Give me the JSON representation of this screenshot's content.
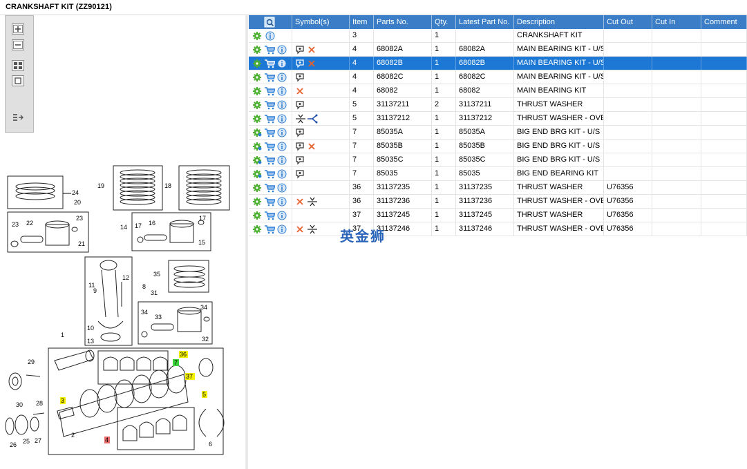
{
  "title": "CRANKSHAFT KIT (ZZ90121)",
  "toolbar": {
    "buttons": [
      "zoom-in",
      "zoom-out",
      "fit-page",
      "actual-size",
      "export"
    ]
  },
  "diagram": {
    "callouts": [
      "24",
      "19",
      "18",
      "20",
      "23",
      "22",
      "21",
      "23",
      "14",
      "17",
      "16",
      "17",
      "15",
      "35",
      "11",
      "12",
      "9",
      "8",
      "31",
      "34",
      "33",
      "34",
      "32",
      "10",
      "13",
      "1",
      "29",
      "36",
      "7",
      "37",
      "30",
      "28",
      "3",
      "5",
      "2",
      "27",
      "25",
      "26",
      "4",
      "6"
    ],
    "highlights": [
      {
        "label": "36",
        "color": "#f4f000"
      },
      {
        "label": "7",
        "color": "#39d339"
      },
      {
        "label": "37",
        "color": "#f4f000"
      },
      {
        "label": "5",
        "color": "#f4f000"
      },
      {
        "label": "3",
        "color": "#f4f000"
      },
      {
        "label": "4",
        "color": "#e86a6a"
      }
    ]
  },
  "grid": {
    "columns": [
      "",
      "Symbol(s)",
      "Item",
      "Parts No.",
      "Qty.",
      "Latest Part No.",
      "Description",
      "Cut Out",
      "Cut In",
      "Comment"
    ],
    "selected_row": 2,
    "rows": [
      {
        "icons": [
          "gear",
          "info"
        ],
        "symbols": [],
        "item": "3",
        "part": "",
        "qty": "1",
        "latest": "",
        "desc": "CRANKSHAFT KIT",
        "cutout": "",
        "cutin": "",
        "comment": ""
      },
      {
        "icons": [
          "gear",
          "cart",
          "info"
        ],
        "symbols": [
          "note",
          "cross"
        ],
        "item": "4",
        "part": "68082A",
        "qty": "1",
        "latest": "68082A",
        "desc": "MAIN BEARING KIT - U/S",
        "cutout": "",
        "cutin": "",
        "comment": ""
      },
      {
        "icons": [
          "gear",
          "cart",
          "info"
        ],
        "symbols": [
          "note",
          "cross"
        ],
        "item": "4",
        "part": "68082B",
        "qty": "1",
        "latest": "68082B",
        "desc": "MAIN BEARING KIT - U/S",
        "cutout": "",
        "cutin": "",
        "comment": ""
      },
      {
        "icons": [
          "gear",
          "cart",
          "info"
        ],
        "symbols": [
          "note"
        ],
        "item": "4",
        "part": "68082C",
        "qty": "1",
        "latest": "68082C",
        "desc": "MAIN BEARING KIT - U/S",
        "cutout": "",
        "cutin": "",
        "comment": ""
      },
      {
        "icons": [
          "gear",
          "cart",
          "info"
        ],
        "symbols": [
          "cross"
        ],
        "item": "4",
        "part": "68082",
        "qty": "1",
        "latest": "68082",
        "desc": "MAIN BEARING KIT",
        "cutout": "",
        "cutin": "",
        "comment": ""
      },
      {
        "icons": [
          "gear",
          "cart",
          "info"
        ],
        "symbols": [
          "note"
        ],
        "item": "5",
        "part": "31137211",
        "qty": "2",
        "latest": "31137211",
        "desc": "THRUST WASHER",
        "cutout": "",
        "cutin": "",
        "comment": ""
      },
      {
        "icons": [
          "gear",
          "cart",
          "info"
        ],
        "symbols": [
          "compress",
          "split"
        ],
        "item": "5",
        "part": "31137212",
        "qty": "1",
        "latest": "31137212",
        "desc": "THRUST WASHER - OVER",
        "cutout": "",
        "cutin": "",
        "comment": ""
      },
      {
        "icons": [
          "gears",
          "cart",
          "info"
        ],
        "symbols": [
          "note"
        ],
        "item": "7",
        "part": "85035A",
        "qty": "1",
        "latest": "85035A",
        "desc": "BIG END BRG KIT - U/S",
        "cutout": "",
        "cutin": "",
        "comment": ""
      },
      {
        "icons": [
          "gears",
          "cart",
          "info"
        ],
        "symbols": [
          "note",
          "cross"
        ],
        "item": "7",
        "part": "85035B",
        "qty": "1",
        "latest": "85035B",
        "desc": "BIG END BRG KIT - U/S",
        "cutout": "",
        "cutin": "",
        "comment": ""
      },
      {
        "icons": [
          "gears",
          "cart",
          "info"
        ],
        "symbols": [
          "note"
        ],
        "item": "7",
        "part": "85035C",
        "qty": "1",
        "latest": "85035C",
        "desc": "BIG END BRG KIT - U/S",
        "cutout": "",
        "cutin": "",
        "comment": ""
      },
      {
        "icons": [
          "gears",
          "cart",
          "info"
        ],
        "symbols": [
          "note"
        ],
        "item": "7",
        "part": "85035",
        "qty": "1",
        "latest": "85035",
        "desc": "BIG END BEARING KIT",
        "cutout": "",
        "cutin": "",
        "comment": ""
      },
      {
        "icons": [
          "gear",
          "cart",
          "info"
        ],
        "symbols": [],
        "item": "36",
        "part": "31137235",
        "qty": "1",
        "latest": "31137235",
        "desc": "THRUST WASHER",
        "cutout": "U76356",
        "cutin": "",
        "comment": ""
      },
      {
        "icons": [
          "gear",
          "cart",
          "info"
        ],
        "symbols": [
          "cross",
          "compress"
        ],
        "item": "36",
        "part": "31137236",
        "qty": "1",
        "latest": "31137236",
        "desc": "THRUST WASHER - OVER",
        "cutout": "U76356",
        "cutin": "",
        "comment": ""
      },
      {
        "icons": [
          "gear",
          "cart",
          "info"
        ],
        "symbols": [],
        "item": "37",
        "part": "31137245",
        "qty": "1",
        "latest": "31137245",
        "desc": "THRUST WASHER",
        "cutout": "U76356",
        "cutin": "",
        "comment": ""
      },
      {
        "icons": [
          "gear",
          "cart",
          "info"
        ],
        "symbols": [
          "cross",
          "compress"
        ],
        "item": "37",
        "part": "31137246",
        "qty": "1",
        "latest": "31137246",
        "desc": "THRUST WASHER - OVER",
        "cutout": "U76356",
        "cutin": "",
        "comment": ""
      }
    ]
  },
  "watermark": "英金狮",
  "colors": {
    "header": "#3b7ec7",
    "selected": "#1c78d4",
    "gear": "#4caf2f",
    "cross": "#e8612c",
    "info": "#2e7fd6"
  }
}
